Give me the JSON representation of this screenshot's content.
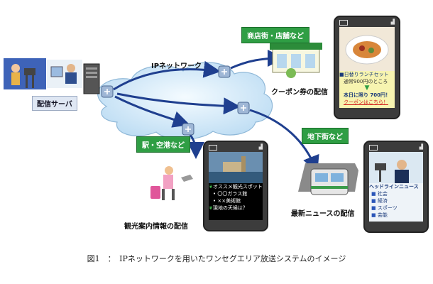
{
  "labels": {
    "ip_network": "IPネットワーク",
    "server": "配信サーバ",
    "coupon": "クーポン券の配信",
    "tourism": "観光案内情報の配信",
    "news": "最新ニュースの配信"
  },
  "tags": {
    "shops": "商店街・店舗など",
    "station": "駅・空港など",
    "underground": "地下街など"
  },
  "phone_coupon": {
    "line1": "■日替りランチセット",
    "line2": "通常900円のところ",
    "line3": "本日に限り 700円！",
    "line4": "クーポンはこちら！"
  },
  "phone_tour": {
    "line1": "オススメ観光スポット",
    "line2": "〇〇ガラス館",
    "line3": "××美術館",
    "line4": "現地の天候は？"
  },
  "phone_news": {
    "headline": "ヘッドラインニュース",
    "items": [
      "社会",
      "経済",
      "スポーツ",
      "芸能"
    ]
  },
  "caption": "図1　：　IPネットワークを用いたワンセグエリア放送システムのイメージ",
  "colors": {
    "cloud": "#cfe6f7",
    "arrow": "#1f3f8f",
    "tag_green": "#2f9e44",
    "coupon_yellow": "#f7f4b0",
    "link_red": "#d11a1a"
  }
}
